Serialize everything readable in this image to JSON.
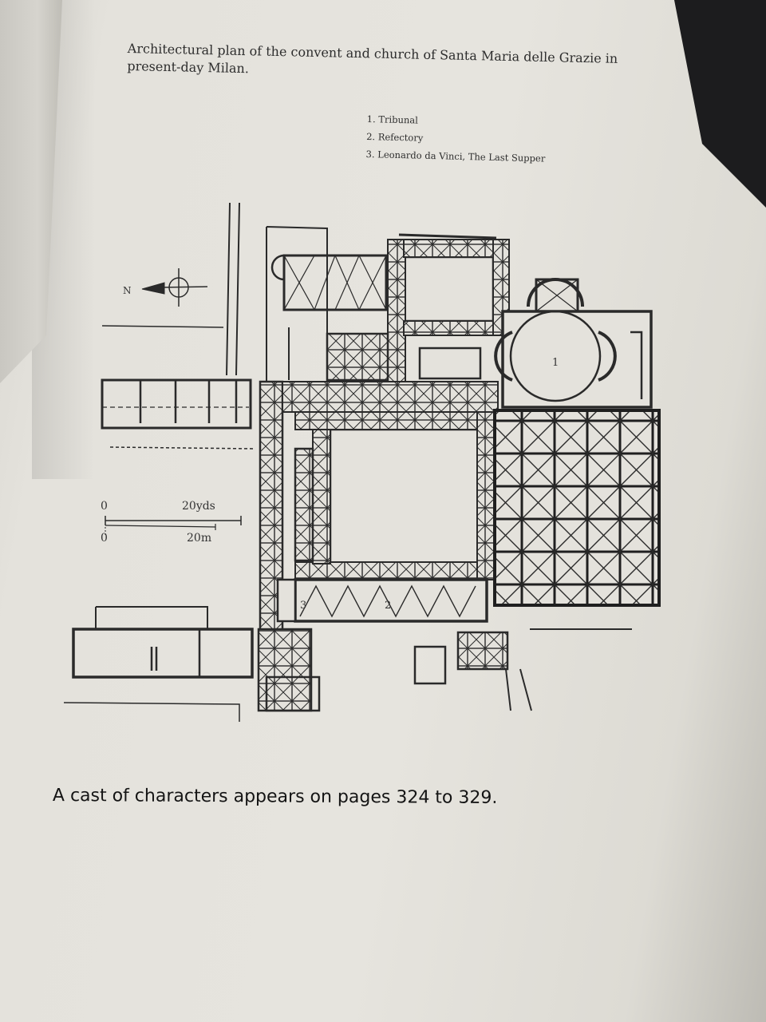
{
  "caption": "Architectural plan of the convent and church of Santa Maria delle Grazie in present-day Milan.",
  "legend": [
    "1. Tribunal",
    "2. Refectory",
    "3. Leonardo da Vinci, The Last Supper"
  ],
  "compass": {
    "label": "N"
  },
  "scale": {
    "yards_start": "0",
    "yards_end": "20yds",
    "meters_start": "0",
    "meters_end": "20m"
  },
  "room_labels": {
    "tribunal": "1",
    "refectory": "2",
    "last_supper": "3"
  },
  "footer": "A cast of characters appears on pages 324 to 329.",
  "colors": {
    "paper": "#e4e2dc",
    "ink": "#2a2a2a",
    "background": "#1c1c1e"
  }
}
